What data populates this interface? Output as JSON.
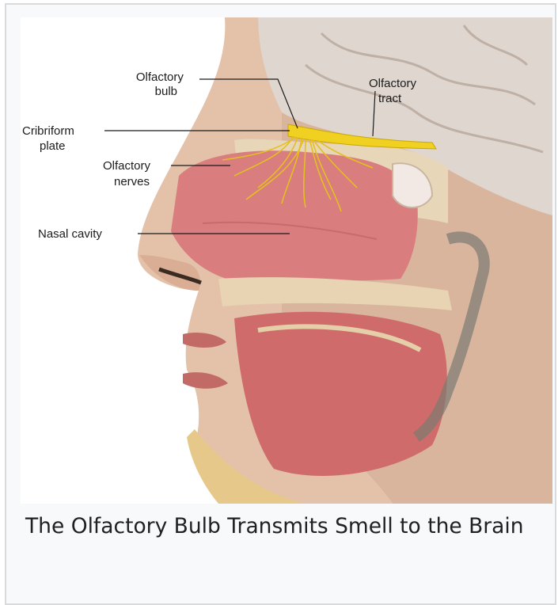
{
  "figure": {
    "labels": {
      "olfactory_bulb": [
        "Olfactory",
        "bulb"
      ],
      "olfactory_tract": [
        "Olfactory",
        "tract"
      ],
      "cribriform_plate": [
        "Cribriform",
        "plate"
      ],
      "olfactory_nerves": [
        "Olfactory",
        "nerves"
      ],
      "nasal_cavity": "Nasal cavity"
    }
  },
  "caption": "The Olfactory Bulb Transmits Smell to the Brain"
}
